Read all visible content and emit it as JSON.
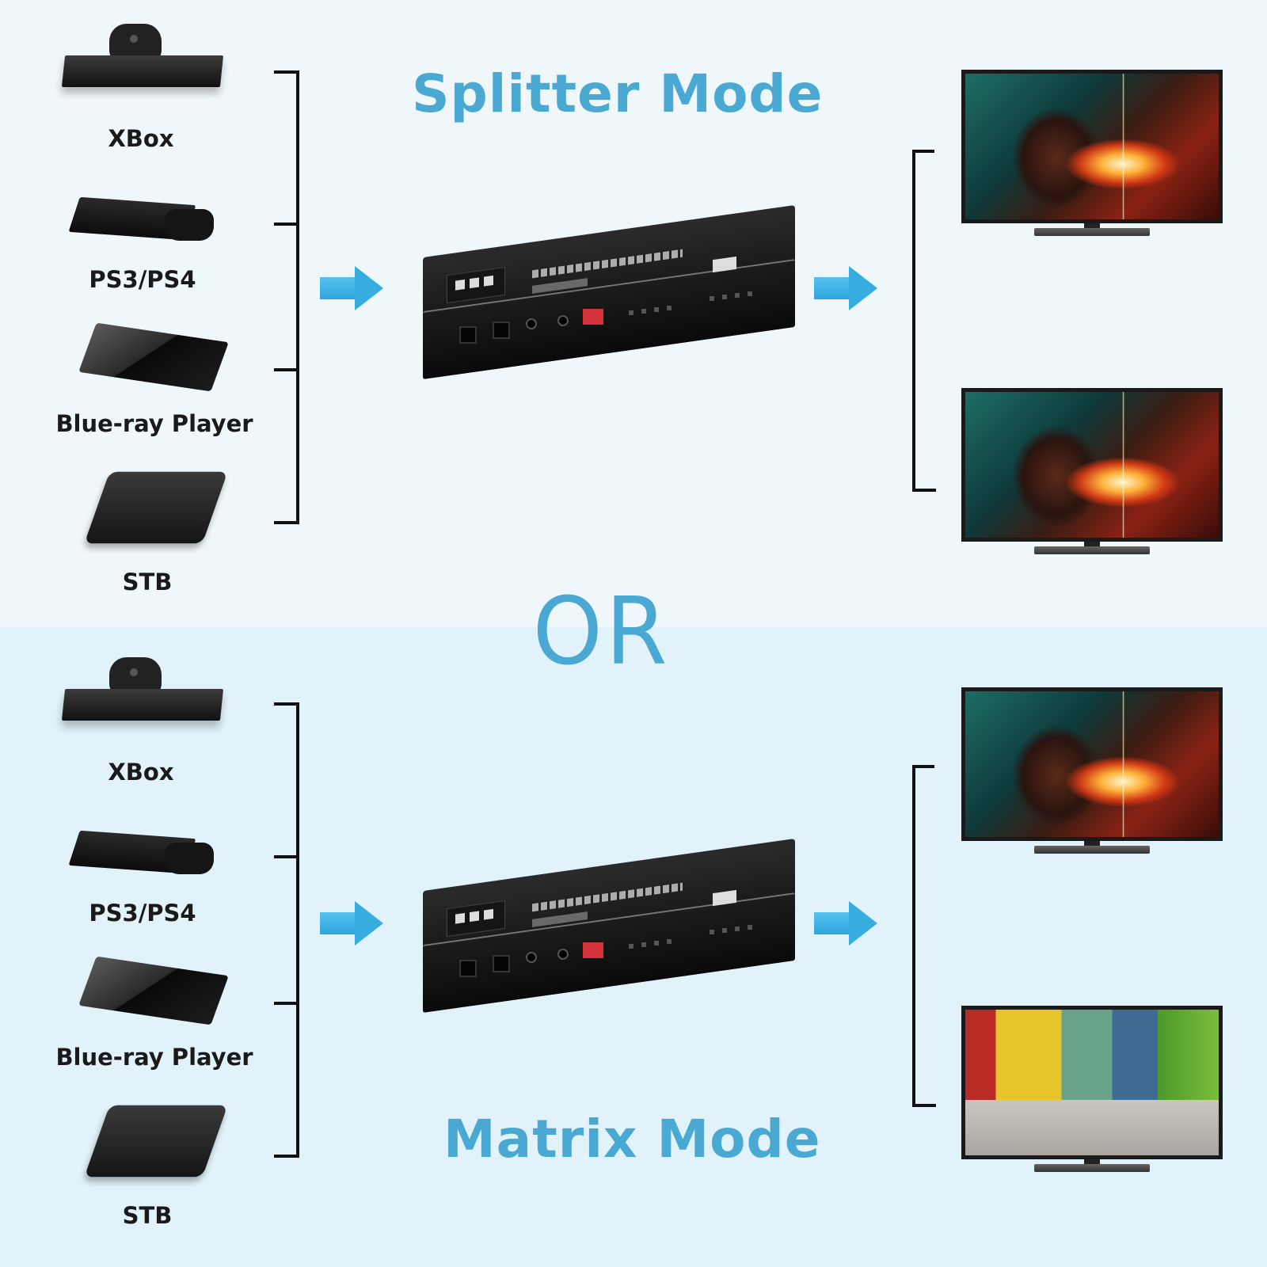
{
  "modes": {
    "top_title": "Splitter Mode",
    "separator": "OR",
    "bottom_title": "Matrix Mode"
  },
  "colors": {
    "title_blue": "#4aa9d2",
    "arrow_blue": "#37acdf",
    "bg_top": "#f0f7fb",
    "bg_bottom": "#e2f2fa",
    "label_text": "#1a1a1a",
    "bracket": "#111111"
  },
  "splitter": {
    "sources": [
      {
        "label": "XBox",
        "icon": "xbox-console-icon"
      },
      {
        "label": "PS3/PS4",
        "icon": "playstation-console-icon"
      },
      {
        "label": "Blue-ray Player",
        "icon": "bluray-player-icon"
      },
      {
        "label": "STB",
        "icon": "set-top-box-icon"
      }
    ],
    "hub": "hdmi-matrix-switch-device",
    "outputs": [
      {
        "screen": "race-car-scene"
      },
      {
        "screen": "race-car-scene"
      }
    ]
  },
  "matrix": {
    "sources": [
      {
        "label": "XBox",
        "icon": "xbox-console-icon"
      },
      {
        "label": "PS3/PS4",
        "icon": "playstation-console-icon"
      },
      {
        "label": "Blue-ray Player",
        "icon": "bluray-player-icon"
      },
      {
        "label": "STB",
        "icon": "set-top-box-icon"
      }
    ],
    "hub": "hdmi-matrix-switch-device",
    "outputs": [
      {
        "screen": "race-car-scene"
      },
      {
        "screen": "colorful-street-scene"
      }
    ]
  }
}
